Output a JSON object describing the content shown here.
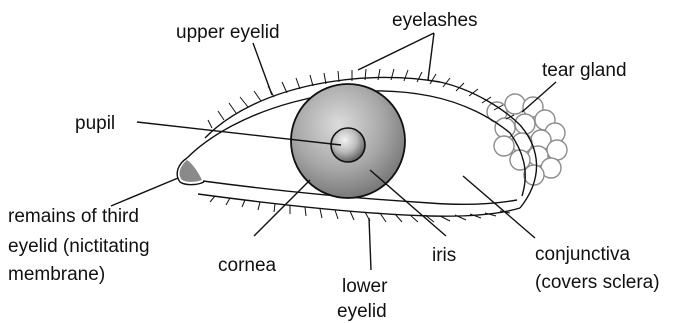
{
  "labels": {
    "upper_eyelid": "upper eyelid",
    "eyelashes": "eyelashes",
    "tear_gland": "tear gland",
    "pupil": "pupil",
    "third_eyelid_line1": "remains of third",
    "third_eyelid_line2": "eyelid (nictitating",
    "third_eyelid_line3": "membrane)",
    "cornea": "cornea",
    "lower_eyelid_line1": "lower",
    "lower_eyelid_line2": "eyelid",
    "iris": "iris",
    "conjunctiva_line1": "conjunctiva",
    "conjunctiva_line2": "(covers sclera)"
  },
  "colors": {
    "ink": "#111111",
    "iris_outer": "#6f6f6f",
    "iris_inner": "#d6d6d6",
    "pupil_dark": "#555555",
    "third_eyelid": "#8a8a8a",
    "gland_stroke": "#8c8c8c"
  }
}
